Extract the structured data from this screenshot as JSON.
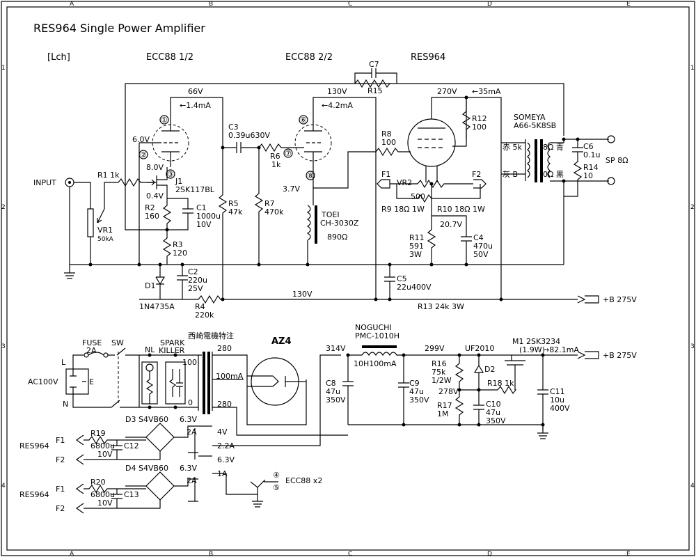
{
  "title": "RES964 Single Power Amplifier",
  "channel": "[Lch]",
  "sections": {
    "v1": "ECC88 1/2",
    "v2": "ECC88 2/2",
    "v3": "RES964"
  },
  "grid": {
    "cols": [
      "A",
      "B",
      "C",
      "D",
      "E"
    ],
    "rows": [
      "1",
      "2",
      "3",
      "4"
    ]
  },
  "amp": {
    "input": "INPUT",
    "r1": "R1 1k",
    "vr1": "VR1",
    "vr1_val": "50kA",
    "v66": "66V",
    "i14": "←1.4mA",
    "v6_0": "6.0V",
    "v8_0": "8.0V",
    "v0_4": "0.4V",
    "pin1": "①",
    "pin2": "②",
    "pin3": "③",
    "pin6": "⑥",
    "pin7": "⑦",
    "pin8": "⑧",
    "j1": "J1",
    "j1_part": "2SK117BL",
    "r2": "R2",
    "r2_val": "160",
    "c1": "C1",
    "c1_val": "1000u",
    "c1_v": "10V",
    "r3": "R3",
    "r3_val": "120",
    "c2": "C2",
    "c2_val": "220u",
    "c2_v": "25V",
    "d1": "D1",
    "d1_part": "1N4735A",
    "r4": "R4",
    "r4_val": "220k",
    "c3": "C3",
    "c3_val": "0.39u630V",
    "r5": "R5",
    "r5_val": "47k",
    "r6": "R6",
    "r6_val": "1k",
    "r7": "R7",
    "r7_val": "470k",
    "v130": "130V",
    "i42": "←4.2mA",
    "v3_7": "3.7V",
    "toei": "TOEI",
    "toei_part": "CH-3030Z",
    "toei_val": "890Ω",
    "c7": "C7",
    "r15": "R15",
    "v130b": "130V",
    "v270": "270V",
    "i35": "←35mA",
    "r12": "R12",
    "r12_val": "100",
    "r8": "R8",
    "r8_val": "100",
    "f1": "F1",
    "f2": "F2",
    "vr2": "VR2",
    "vr2_val": "500",
    "r9": "R9 18Ω 1W",
    "r10": "R10 18Ω 1W",
    "v20_7": "20.7V",
    "r11": "R11",
    "r11_val": "591",
    "r11_w": "3W",
    "c4": "C4",
    "c4_val": "470u",
    "c4_v": "50V",
    "c5": "C5",
    "c5_val": "22u400V",
    "r13": "R13 24k 3W",
    "b275": "+B 275V",
    "someya": "SOMEYA",
    "someya_part": "A66-5K8SB",
    "t_red": "赤 5k",
    "t_gray": "灰 B",
    "t_8": "8Ω 青",
    "t_0": "0Ω 黒",
    "c6": "C6",
    "c6_val": "0.1u",
    "r14": "R14",
    "r14_val": "10",
    "sp": "SP 8Ω"
  },
  "psu": {
    "ac": "AC100V",
    "l": "L",
    "n": "N",
    "e": "E",
    "fuse": "FUSE",
    "fuse_val": "2A",
    "sw": "SW",
    "nl": "NL",
    "spark": "SPARK",
    "killer": "KILLER",
    "sk100": "100",
    "sk0": "0",
    "trafo": "西崎電機特注",
    "t280a": "280",
    "t100ma": "100mA",
    "t280b": "280",
    "t6_3a": "6.3V",
    "t2a_a": "2A",
    "t4v": "4V",
    "t2_2a": "2.2A",
    "t6_3b": "6.3V",
    "t1a": "1A",
    "t6_3c": "6.3V",
    "t2a_b": "2A",
    "az4": "AZ4",
    "v314": "314V",
    "c8": "C8",
    "c8_val": "47u",
    "c8_v": "350V",
    "noguchi": "NOGUCHI",
    "noguchi_part": "PMC-1010H",
    "choke": "10H100mA",
    "c9": "C9",
    "c9_val": "47u",
    "c9_v": "350V",
    "v299": "299V",
    "uf": "UF2010",
    "r16": "R16",
    "r16_val": "75k",
    "r16_w": "1/2W",
    "d2": "D2",
    "v278": "278V",
    "r17": "R17",
    "r17_val": "1M",
    "c10": "C10",
    "c10_val": "47u",
    "c10_v": "350V",
    "m1": "M1 2SK3234",
    "m1_w": "(1.9W)",
    "i82": "→82.1mA",
    "r18": "R18 1k",
    "c11": "C11",
    "c11_val": "10u",
    "c11_v": "400V",
    "b275": "+B 275V",
    "d3": "D3  S4VB60",
    "d4": "D4  S4VB60",
    "res964a": "RES964",
    "res964b": "RES964",
    "f1a": "F1",
    "f2a": "F2",
    "f1b": "F1",
    "f2b": "F2",
    "r19": "R19",
    "r19_val": "6800u",
    "c12": "C12",
    "c12_v": "10V",
    "r20": "R20",
    "r20_val": "6800u",
    "c13": "C13",
    "c13_v": "10V",
    "heater": "ECC88 x2",
    "pin4": "④",
    "pin5": "⑤"
  }
}
